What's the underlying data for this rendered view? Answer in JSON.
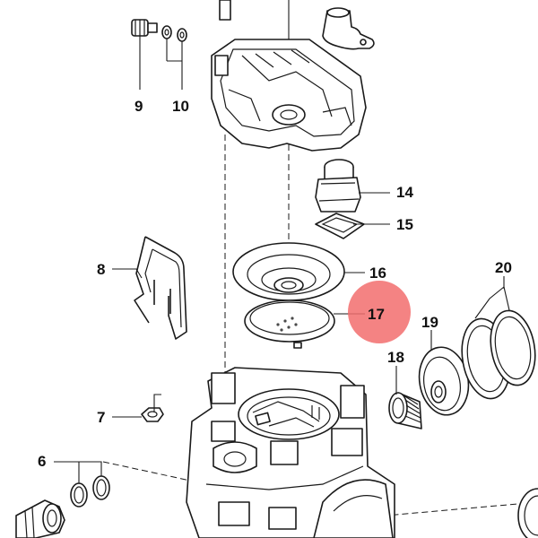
{
  "callouts": {
    "c6": "6",
    "c7": "7",
    "c8": "8",
    "c9": "9",
    "c10": "10",
    "c14": "14",
    "c15": "15",
    "c16": "16",
    "c17": "17",
    "c18": "18",
    "c19": "19",
    "c20": "20"
  },
  "highlight": {
    "label": "17",
    "color": "#f26d6d"
  },
  "line_color": "#1a1a1a"
}
